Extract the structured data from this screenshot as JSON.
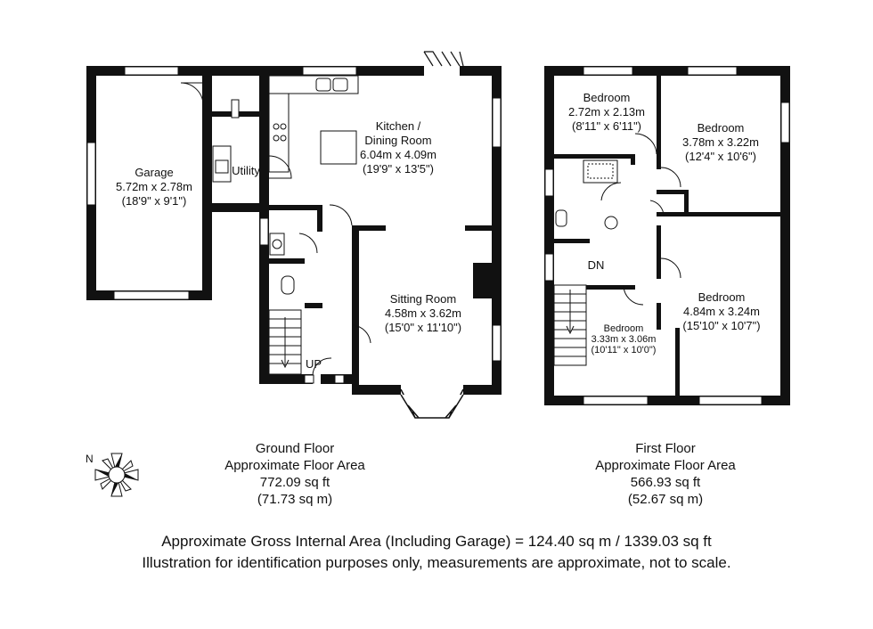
{
  "ground_floor": {
    "rooms": {
      "garage": {
        "name": "Garage",
        "metric": "5.72m x 2.78m",
        "imperial": "(18'9\" x 9'1\")"
      },
      "utility": {
        "name": "Utility"
      },
      "kitchen": {
        "name_line1": "Kitchen /",
        "name_line2": "Dining Room",
        "metric": "6.04m x 4.09m",
        "imperial": "(19'9\" x 13'5\")"
      },
      "sitting": {
        "name": "Sitting Room",
        "metric": "4.58m x 3.62m",
        "imperial": "(15'0\" x 11'10\")"
      }
    },
    "stairs_label": "UP",
    "caption": {
      "line1": "Ground Floor",
      "line2": "Approximate Floor Area",
      "line3": "772.09 sq ft",
      "line4": "(71.73 sq m)"
    }
  },
  "first_floor": {
    "rooms": {
      "bed1": {
        "name": "Bedroom",
        "metric": "2.72m x 2.13m",
        "imperial": "(8'11\" x 6'11\")"
      },
      "bed2": {
        "name": "Bedroom",
        "metric": "3.78m x 3.22m",
        "imperial": "(12'4\" x 10'6\")"
      },
      "bed3": {
        "name": "Bedroom",
        "metric": "4.84m x 3.24m",
        "imperial": "(15'10\" x 10'7\")"
      },
      "bed4": {
        "name": "Bedroom",
        "metric": "3.33m x 3.06m",
        "imperial": "(10'11\" x 10'0\")"
      }
    },
    "stairs_label": "DN",
    "caption": {
      "line1": "First Floor",
      "line2": "Approximate Floor Area",
      "line3": "566.93 sq ft",
      "line4": "(52.67 sq m)"
    }
  },
  "compass": {
    "north_label": "N"
  },
  "footer": {
    "line1": "Approximate Gross Internal Area (Including Garage) = 124.40 sq m / 1339.03 sq ft",
    "line2": "Illustration for identification purposes only, measurements are approximate, not to scale."
  }
}
